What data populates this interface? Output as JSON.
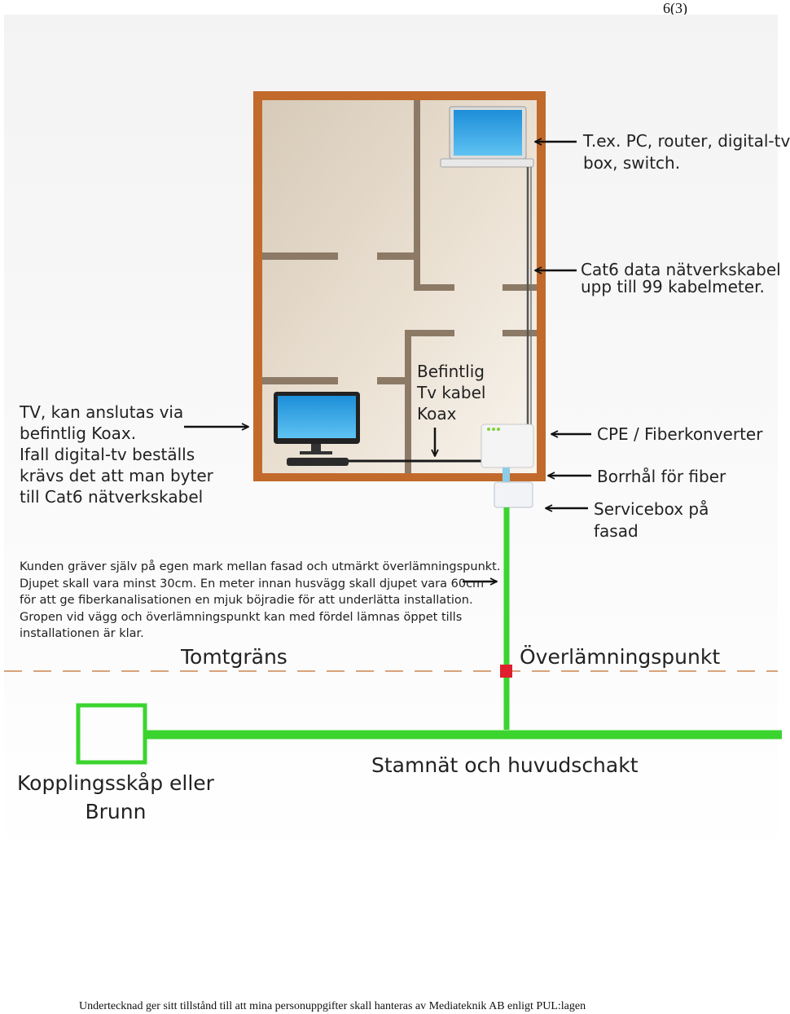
{
  "header": {
    "page_number": "6(3)"
  },
  "labels": {
    "devices": [
      "T.ex. PC, router, digital-tv",
      "box, switch."
    ],
    "cat6": [
      "Cat6 data nätverkskabel",
      "upp till 99 kabelmeter."
    ],
    "existing_coax": [
      "Befintlig",
      "Tv kabel",
      "Koax"
    ],
    "tv": [
      "TV, kan anslutas via",
      "befintlig Koax.",
      "Ifall digital-tv  beställs",
      "krävs det att man byter",
      "till Cat6 nätverkskabel"
    ],
    "cpe": "CPE / Fiberkonverter",
    "borehole": "Borrhål för fiber",
    "servicebox": [
      "Servicebox på",
      "fasad"
    ],
    "trench_text": [
      "Kunden gräver själv på egen mark mellan fasad och utmärkt överlämningspunkt.",
      "Djupet skall vara  minst   30cm. En meter innan husvägg skall djupet vara 60cm",
      "för att ge fiberkanalisationen en mjuk böjradie för att underlätta installation.",
      "Gropen vid vägg och överlämningspunkt kan med fördel lämnas öppet tills",
      "installationen är klar."
    ],
    "property_line": "Tomtgräns",
    "handover_point": "Överlämningspunkt",
    "trunk_network": "Stamnät och huvudschakt",
    "cabinet": [
      "Kopplingsskåp eller",
      "Brunn"
    ]
  },
  "footer": {
    "consent_text": "Undertecknad ger sitt tillstånd till att mina personuppgifter skall hanteras av Mediateknik AB enligt PUL:lagen"
  },
  "colors": {
    "house_frame": "#c26a2c",
    "fiber_green": "#3bd42f",
    "handover_marker": "#e01e2e",
    "property_line": "#d9a37a"
  }
}
